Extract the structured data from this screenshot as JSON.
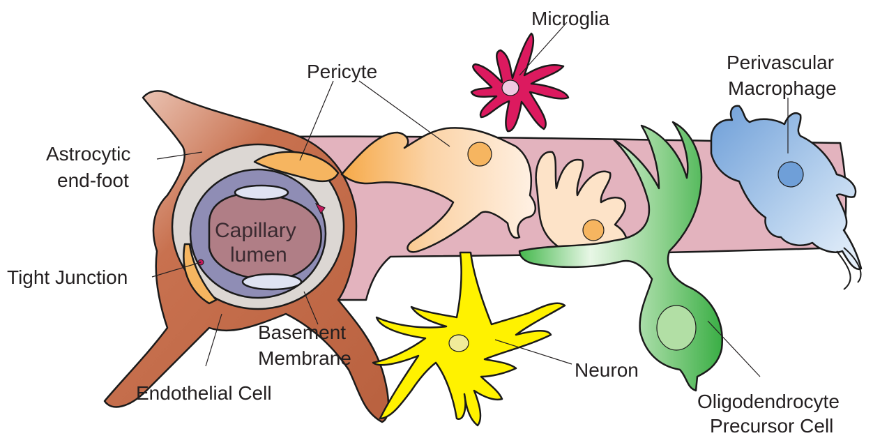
{
  "labels": {
    "microglia": "Microglia",
    "pericyte": "Pericyte",
    "perivascular_line1": "Perivascular",
    "perivascular_line2": "Macrophage",
    "astrocytic_line1": "Astrocytic",
    "astrocytic_line2": "end-foot",
    "capillary_line1": "Capillary",
    "capillary_line2": "lumen",
    "tight_junction": "Tight Junction",
    "basement_line1": "Basement",
    "basement_line2": "Membrane",
    "neuron": "Neuron",
    "endothelial": "Endothelial Cell",
    "oligo_line1": "Oligodendrocyte",
    "oligo_line2": "Precursor Cell"
  },
  "colors": {
    "vessel": "#e3b3be",
    "astrocyte": "#c8714f",
    "astrocyte_highlight": "#f2d3c6",
    "basement_membrane": "#dcd7d3",
    "pericyte": "#f6b560",
    "pericyte_light": "#fde3c8",
    "endothelium": "#8f8db5",
    "lumen": "#b07e86",
    "microglia": "#dc1a5f",
    "macrophage": "#6f9fd8",
    "macrophage_light": "#dbe8f6",
    "neuron": "#fff200",
    "oligodendrocyte": "#40b549",
    "oligodendrocyte_light": "#e6f6e2"
  }
}
